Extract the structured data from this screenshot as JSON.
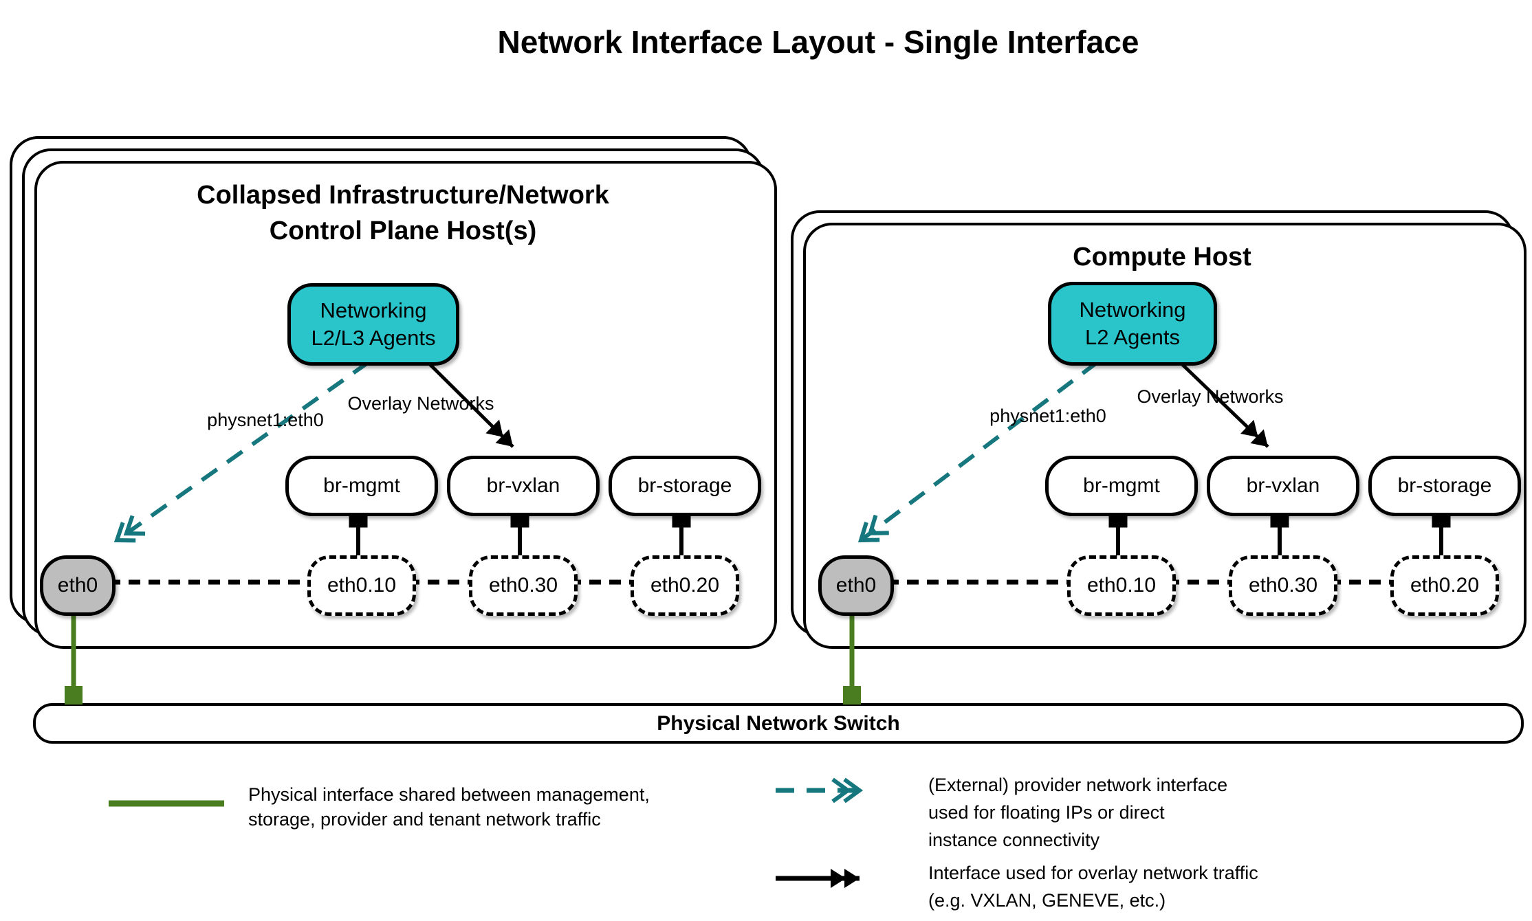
{
  "title": "Network Interface Layout - Single Interface",
  "colors": {
    "agent_fill_teal": "#29c5cb",
    "provider_arrow_teal": "#17777e",
    "physical_link_green": "#4a7d20",
    "phys_interface_gray": "#bdbdbd",
    "line_black": "#000000"
  },
  "hosts": [
    {
      "title_lines": [
        "Collapsed Infrastructure/Network",
        "Control Plane Host(s)"
      ],
      "agent_lines": [
        "Networking",
        "L2/L3 Agents"
      ],
      "provider_edge_label": "physnet1:eth0",
      "overlay_edge_label": "Overlay Networks",
      "bridges": [
        "br-mgmt",
        "br-vxlan",
        "br-storage"
      ],
      "phys_interface": "eth0",
      "vlan_interfaces": [
        "eth0.10",
        "eth0.30",
        "eth0.20"
      ]
    },
    {
      "title_lines": [
        "Compute Host"
      ],
      "agent_lines": [
        "Networking",
        "L2 Agents"
      ],
      "provider_edge_label": "physnet1:eth0",
      "overlay_edge_label": "Overlay Networks",
      "bridges": [
        "br-mgmt",
        "br-vxlan",
        "br-storage"
      ],
      "phys_interface": "eth0",
      "vlan_interfaces": [
        "eth0.10",
        "eth0.30",
        "eth0.20"
      ]
    }
  ],
  "switch_label": "Physical Network Switch",
  "legend": {
    "physical": {
      "lines": [
        "Physical interface shared between management,",
        "storage, provider and tenant network traffic"
      ]
    },
    "provider": {
      "lines": [
        "(External) provider network interface",
        "used for floating IPs or direct",
        "instance connectivity"
      ]
    },
    "overlay": {
      "lines": [
        "Interface used for overlay network traffic",
        "(e.g. VXLAN, GENEVE, etc.)"
      ]
    }
  }
}
